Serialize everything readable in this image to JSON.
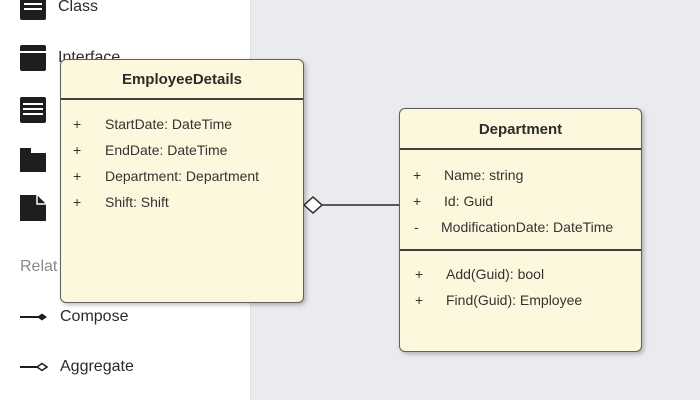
{
  "palette": {
    "items": [
      {
        "label": "Class",
        "icon": "class-icon"
      },
      {
        "label": "Interface",
        "icon": "interface-icon"
      },
      {
        "label": "",
        "icon": "enum-icon"
      },
      {
        "label": "",
        "icon": "package-icon"
      },
      {
        "label": "",
        "icon": "note-icon"
      }
    ],
    "relations_label": "Relat",
    "relations": [
      {
        "label": "Compose",
        "icon": "compose-icon"
      },
      {
        "label": "Aggregate",
        "icon": "aggregate-icon"
      }
    ]
  },
  "employee_details": {
    "name": "EmployeeDetails",
    "attributes": [
      {
        "vis": "+",
        "text": "StartDate: DateTime"
      },
      {
        "vis": "+",
        "text": "EndDate: DateTime"
      },
      {
        "vis": "+",
        "text": "Department: Department"
      },
      {
        "vis": "+",
        "text": "Shift: Shift"
      }
    ]
  },
  "department": {
    "name": "Department",
    "attributes": [
      {
        "vis": "+",
        "text": "Name: string"
      },
      {
        "vis": "+",
        "text": "Id: Guid"
      },
      {
        "vis": "-",
        "text": "ModificationDate: DateTime"
      }
    ],
    "operations": [
      {
        "vis": "+",
        "text": "Add(Guid): bool"
      },
      {
        "vis": "+",
        "text": "Find(Guid): Employee"
      }
    ]
  },
  "connector": {
    "type": "aggregation",
    "icon": "aggregation-diamond-icon"
  }
}
